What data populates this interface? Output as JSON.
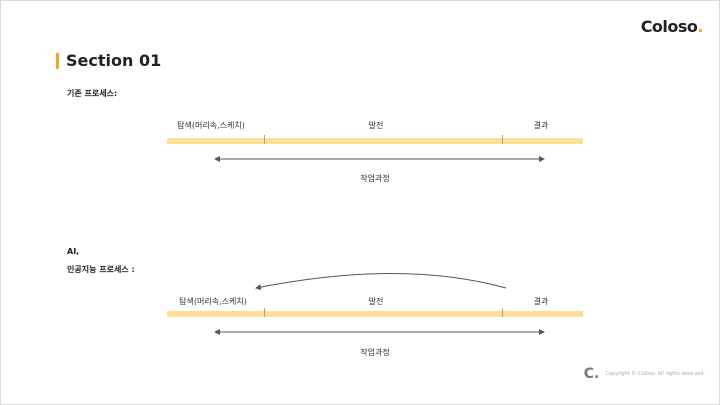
{
  "brand": {
    "logo_text": "Coloso",
    "logo_dot": "."
  },
  "header": {
    "title": "Section 01"
  },
  "existing": {
    "label": "기존 프로세스:",
    "stages": [
      "탐색(머리속,스케치)",
      "발전",
      "결과"
    ],
    "caption": "작업과정"
  },
  "ai": {
    "label_line1": "AI,",
    "label_line2": "인공지능 프로세스 :",
    "stages": [
      "탐색(머리속,스케치)",
      "발전",
      "결과"
    ],
    "caption": "작업과정"
  },
  "footer": {
    "mark": "C.",
    "copyright": "Copyright © Coloso. All rights reserved."
  },
  "colors": {
    "accent": "#f5a623",
    "track": "#fddf98",
    "arrow": "#555555"
  }
}
